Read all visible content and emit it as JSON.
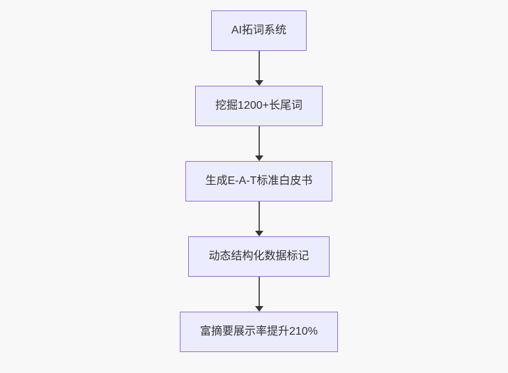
{
  "diagram": {
    "type": "flowchart",
    "direction": "top-down",
    "background_color": "#f8f8f8",
    "node_style": {
      "fill_color": "#ECECFF",
      "border_color": "#9370DB",
      "text_color": "#333333"
    },
    "edge_style": {
      "line_color": "#5b5b5b",
      "arrowhead_color": "#333333",
      "arrowhead_shape": "filled-triangle-down"
    },
    "nodes": [
      {
        "id": "node-1",
        "label": "AI拓词系统"
      },
      {
        "id": "node-2",
        "label": "挖掘1200+长尾词"
      },
      {
        "id": "node-3",
        "label": "生成E-A-T标准白皮书"
      },
      {
        "id": "node-4",
        "label": "动态结构化数据标记"
      },
      {
        "id": "node-5",
        "label": "富摘要展示率提升210%"
      }
    ],
    "edges": [
      {
        "from": "node-1",
        "to": "node-2",
        "direction": "down"
      },
      {
        "from": "node-2",
        "to": "node-3",
        "direction": "down"
      },
      {
        "from": "node-3",
        "to": "node-4",
        "direction": "down"
      },
      {
        "from": "node-4",
        "to": "node-5",
        "direction": "down"
      }
    ]
  }
}
